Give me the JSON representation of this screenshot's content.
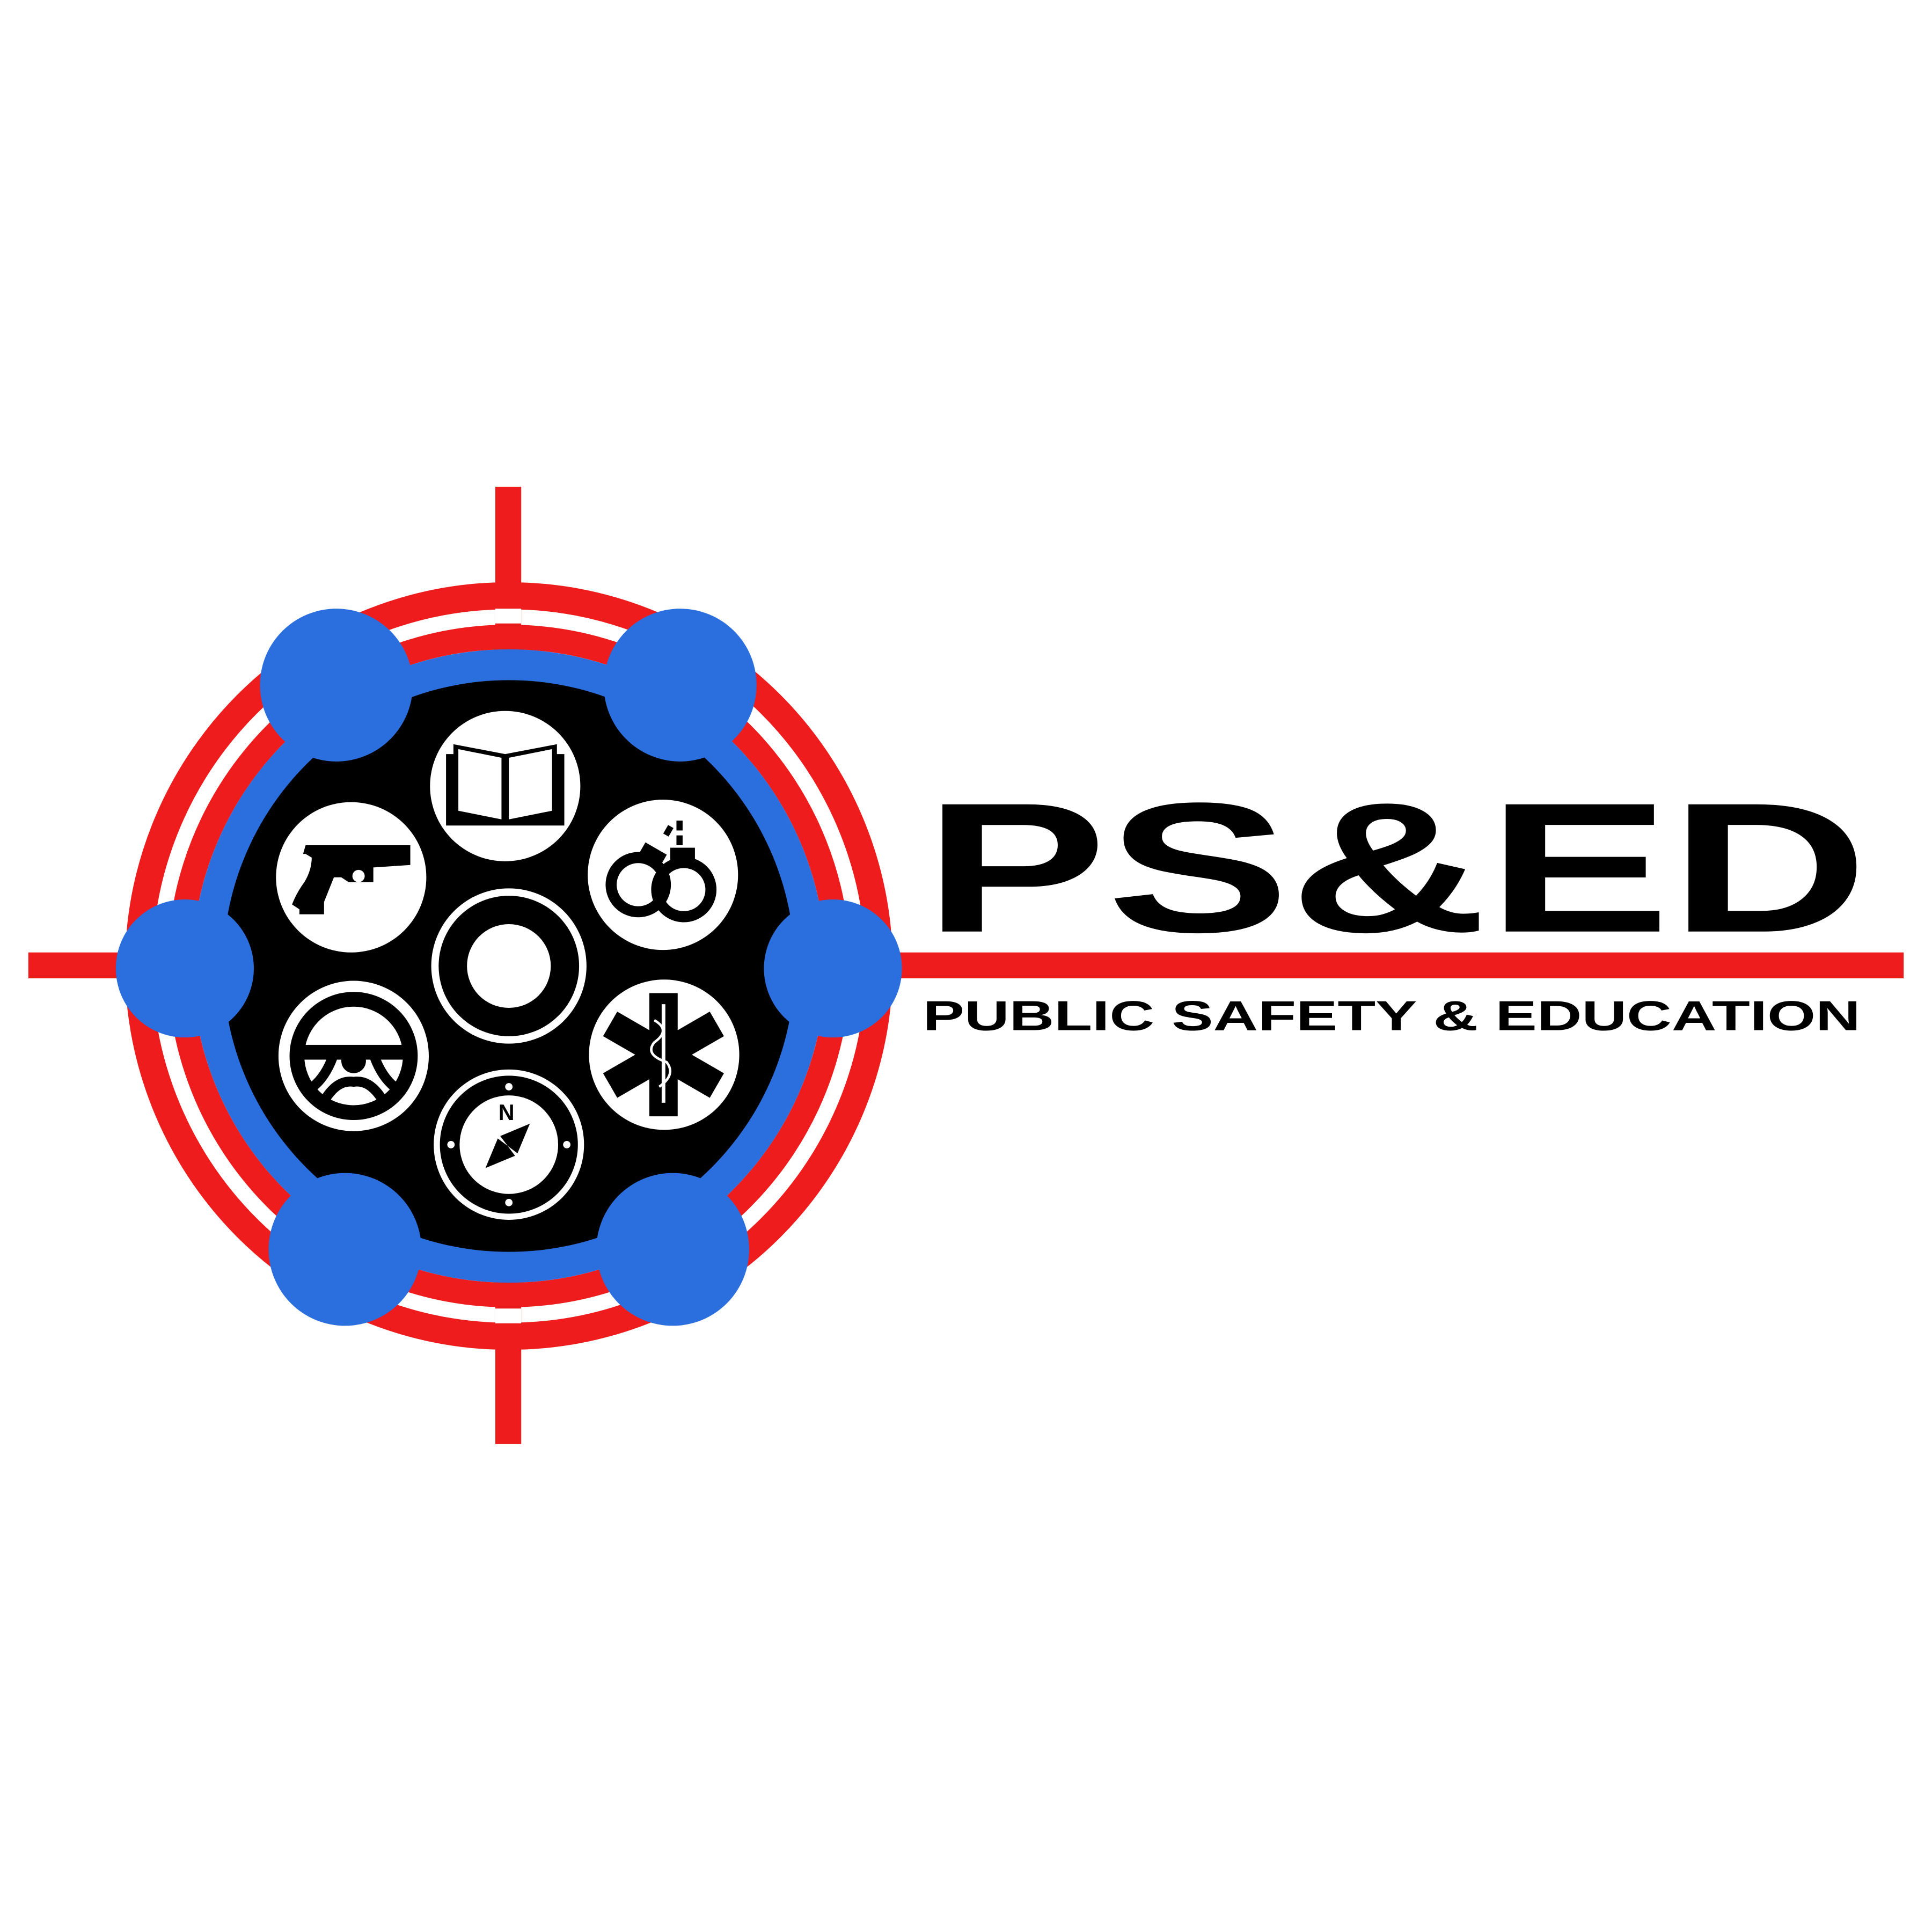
{
  "logo": {
    "title": "PS&ED",
    "subtitle": "PUBLIC SAFETY & EDUCATION",
    "compass_letter": "N",
    "colors": {
      "red": "#ee1c1c",
      "blue": "#2b6fde",
      "black": "#000000",
      "white": "#ffffff"
    },
    "icons": [
      "book-icon",
      "handcuffs-icon",
      "star-of-life-icon",
      "compass-icon",
      "steering-wheel-icon",
      "pistol-icon"
    ]
  }
}
